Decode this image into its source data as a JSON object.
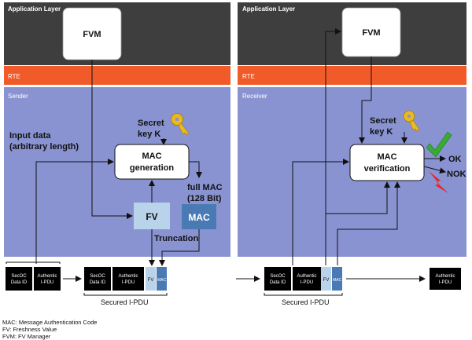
{
  "panels": {
    "sender": {
      "app_layer": "Application Layer",
      "fvm": "FVM",
      "rte": "RTE",
      "section": "Sender",
      "input_line1": "Input data",
      "input_line2": "(arbitrary length)",
      "secret_line1": "Secret",
      "secret_line2": "key K",
      "mac_gen_line1": "MAC",
      "mac_gen_line2": "generation",
      "full_mac_line1": "full MAC",
      "full_mac_line2": "(128 Bit)",
      "fv": "FV",
      "mac": "MAC",
      "truncation": "Truncation"
    },
    "receiver": {
      "app_layer": "Application Layer",
      "fvm": "FVM",
      "rte": "RTE",
      "section": "Receiver",
      "secret_line1": "Secret",
      "secret_line2": "key K",
      "mac_ver_line1": "MAC",
      "mac_ver_line2": "verification",
      "ok": "OK",
      "nok": "NOK"
    }
  },
  "pdu": {
    "secoc_line1": "SecOC",
    "secoc_line2": "Data ID",
    "auth_line1": "Authentic",
    "auth_line2": "I-PDU",
    "fv": "FV",
    "mac": "MAC",
    "secured_label_left": "Secured I-PDU",
    "secured_label_right": "Secured I-PDU"
  },
  "legend": [
    "MAC: Message Authentication Code",
    "FV: Freshness Value",
    "FVM: FV Manager"
  ],
  "colors": {
    "app_layer": "#3e3e3e",
    "rte": "#f15a29",
    "process_area": "#8a93d1",
    "fv_box": "#b8d3ea",
    "mac_box": "#4a7ab4",
    "ok_check": "#3aaa35",
    "nok_bolt": "#e8252a"
  }
}
